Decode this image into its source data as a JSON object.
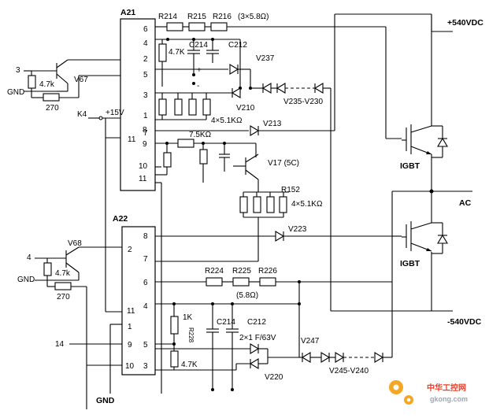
{
  "chips": {
    "a21": {
      "name": "A21",
      "pins": [
        "6",
        "4",
        "2",
        "5",
        "3",
        "1",
        "7",
        "8",
        "11",
        "9",
        "10",
        "11"
      ]
    },
    "a22": {
      "name": "A22",
      "pins": [
        "8",
        "2",
        "7",
        "6",
        "4",
        "11",
        "1",
        "9",
        "5",
        "10",
        "3"
      ]
    }
  },
  "rails": {
    "pos": "+540VDC",
    "neg": "-540VDC",
    "ac": "AC",
    "supply": "+15V",
    "gnd": "GND"
  },
  "inputs": {
    "k4": "K4",
    "in3": "3",
    "in4": "4",
    "in14": "14",
    "gnd1": "GND",
    "gnd2": "GND"
  },
  "labels": {
    "r214": "R214",
    "r215": "R215",
    "r216": "R216",
    "r216_val": "(3×5.8Ω)",
    "r47k_a": "4.7K",
    "c214_a": "C214",
    "c212_a": "C212",
    "v237": "V237",
    "v210": "V210",
    "v235_v230": "V235-V230",
    "r4x51k": "4×5.1KΩ",
    "v213": "V213",
    "r75k": "7.5KΩ",
    "v17": "V17 (5C)",
    "r152": "R152",
    "r152_val": "4×5.1KΩ",
    "v67": "V67",
    "r47k_v67": "4.7k",
    "r270_a": "270",
    "v68": "V68",
    "r47k_v68": "4.7k",
    "r270_b": "270",
    "v223": "V223",
    "r224": "R224",
    "r225": "R225",
    "r226": "R226",
    "r22x_val": "(5.8Ω)",
    "r1k": "1K",
    "r228": "R228",
    "r47k_b": "4.7K",
    "c214_b": "C214",
    "c212_b": "C212",
    "cap_val": "2×1 F/63V",
    "v247": "V247",
    "v245_v240": "V245-V240",
    "v220": "V220",
    "igbt_top": "IGBT",
    "igbt_bot": "IGBT",
    "plus": "+",
    "minus": "-"
  },
  "watermark": {
    "cn": "中华工控网",
    "url": "gkong.com"
  }
}
